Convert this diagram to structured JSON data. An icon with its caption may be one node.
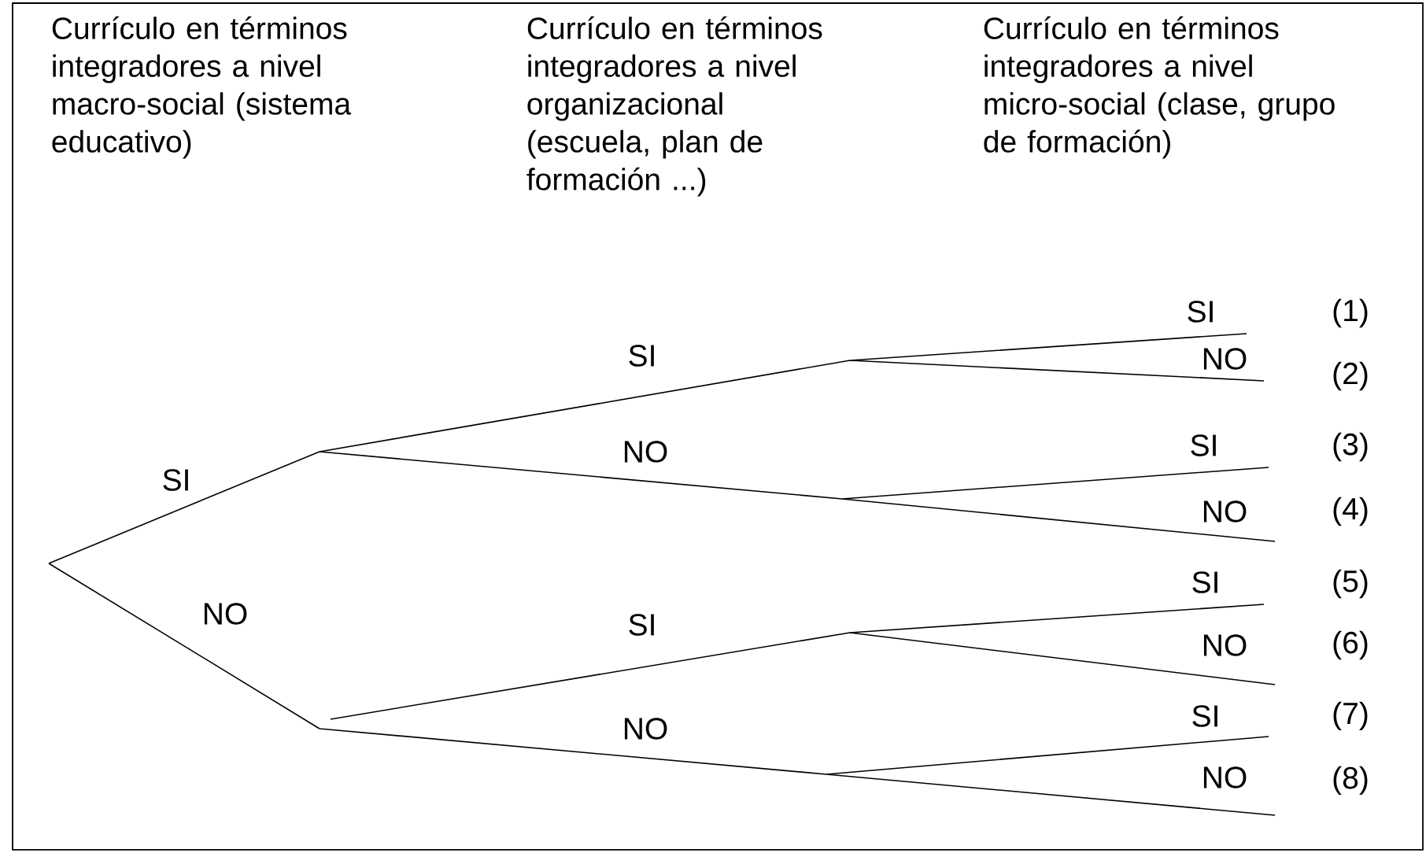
{
  "diagram": {
    "labels": [
      "Currículo en términos integradores a nivel macro-social (sistema educativo)",
      "Currículo en términos integradores a nivel organizacional (escuela, plan de formación ...)",
      "Currículo en términos integradores a nivel micro-social (clase, grupo de formación)",
      "SI",
      "(1)",
      "SI",
      "NO",
      "(2)",
      "NO",
      "(3)",
      "SI",
      "SI",
      "(4)",
      "NO",
      "NO",
      "SI",
      "(5)",
      "SI",
      "(6)",
      "NO",
      "NO",
      "(7)",
      "SI",
      "NO",
      "(8)"
    ]
  }
}
